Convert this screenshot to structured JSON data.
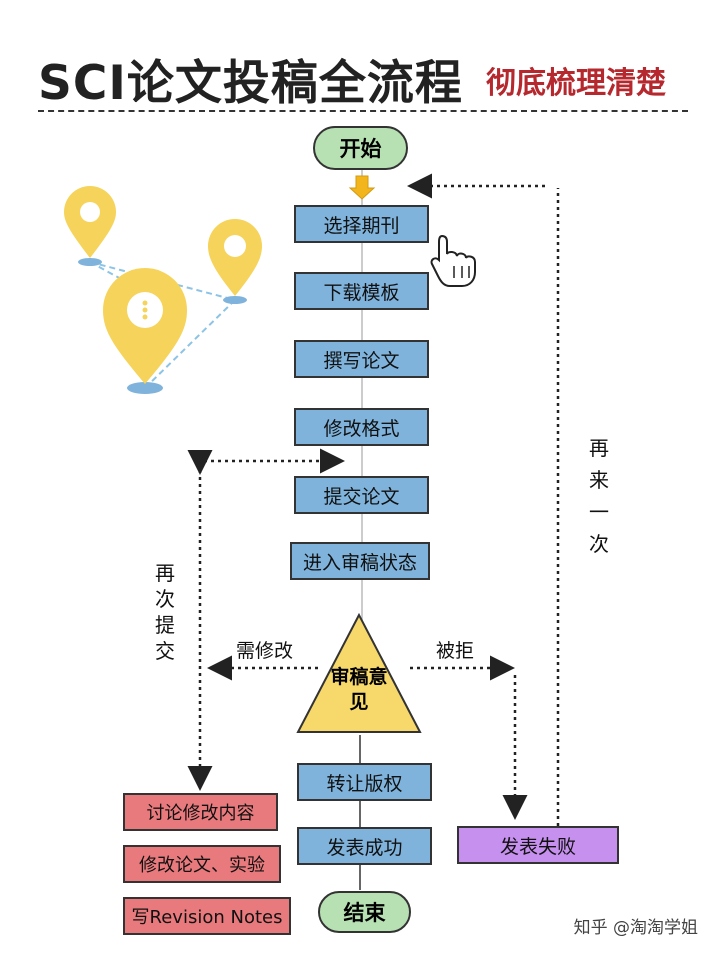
{
  "header": {
    "title": "SCI论文投稿全流程",
    "subtitle": "彻底梳理清楚"
  },
  "flow": {
    "start": "开始",
    "steps": [
      "选择期刊",
      "下载模板",
      "撰写论文",
      "修改格式",
      "提交论文",
      "进入审稿状态"
    ],
    "decision": "审稿意见",
    "accepted_steps": [
      "转让版权",
      "发表成功"
    ],
    "end": "结束",
    "revise_label": "需修改",
    "reject_label": "被拒",
    "resubmit_label": "再次提交",
    "retry_label": "再来一次",
    "failure": "发表失败",
    "revision_tasks": [
      "讨论修改内容",
      "修改论文、实验",
      "写Revision Notes"
    ]
  },
  "colors": {
    "step_fill": "#7fb3dc",
    "pill_fill": "#b7e1b3",
    "decision_fill": "#f6d86b",
    "revision_fill": "#e87a7d",
    "failure_fill": "#c690ee",
    "pin_fill": "#f6d35a",
    "subtitle_color": "#b5282e"
  },
  "icons": [
    "map-pin-icon",
    "pointer-hand-icon",
    "down-arrow-icon"
  ],
  "watermark": "知乎 @淘淘学姐"
}
